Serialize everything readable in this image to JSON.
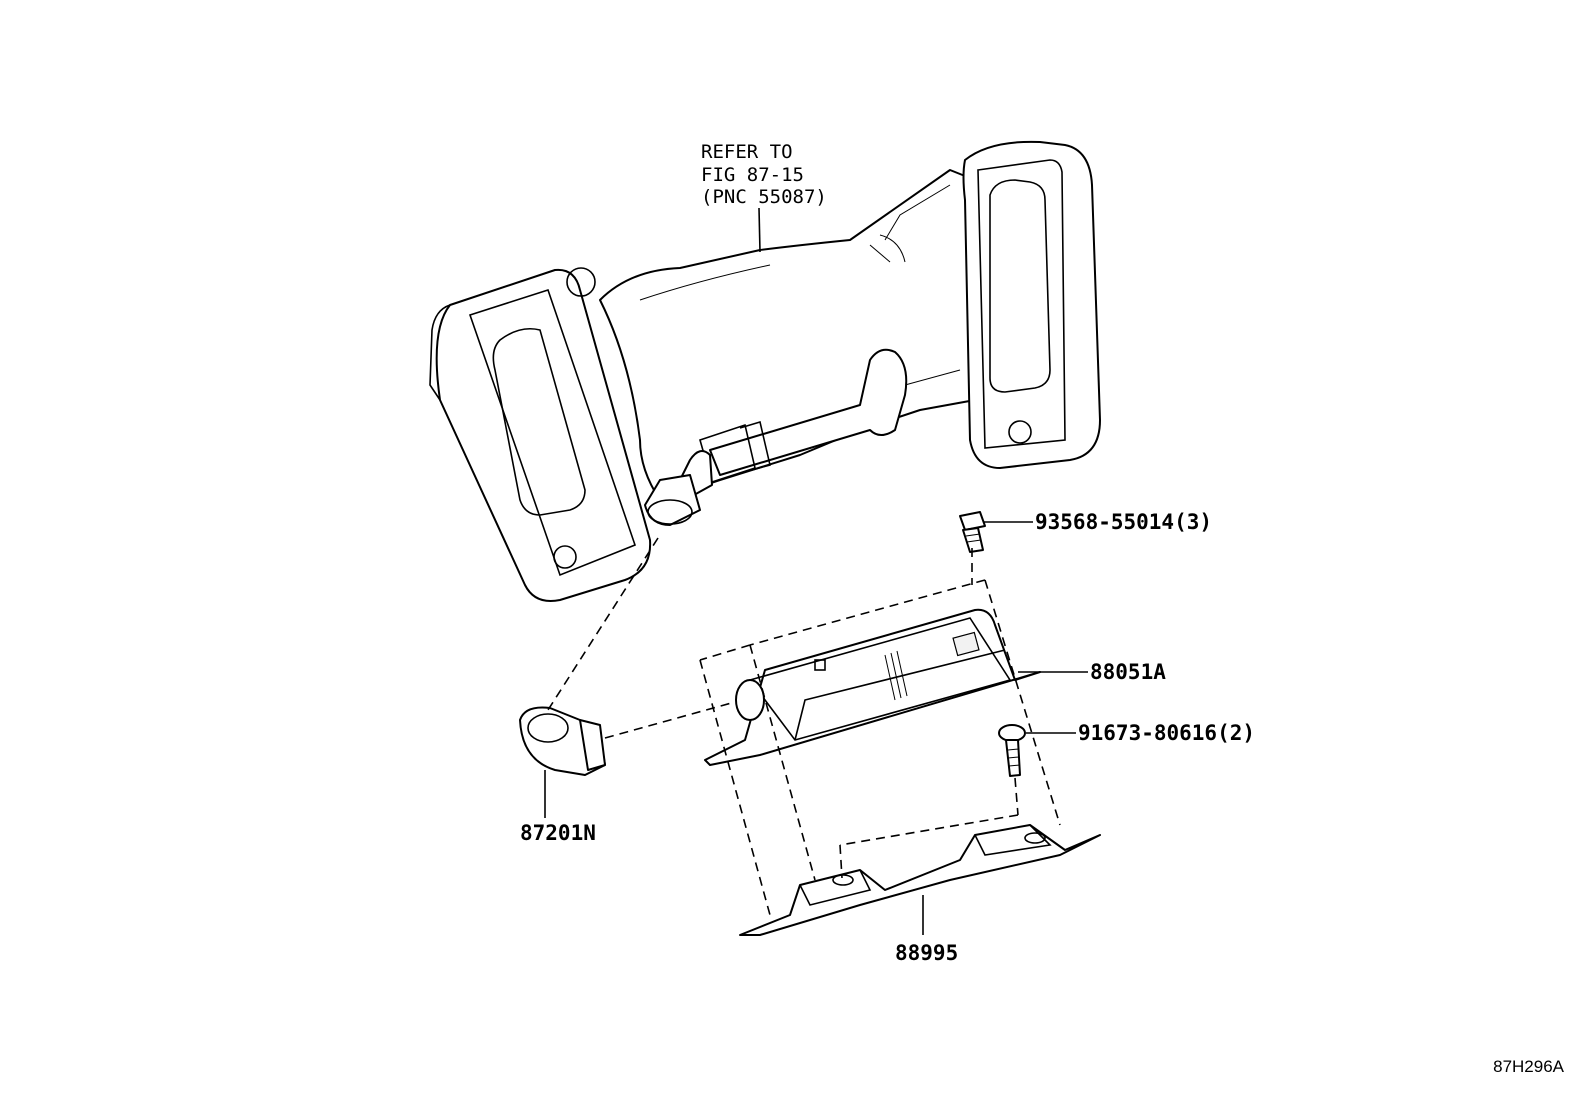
{
  "refer_note": {
    "line1": "REFER TO",
    "line2": "FIG 87-15",
    "line3": "(PNC 55087)"
  },
  "callouts": {
    "bolt_upper": "93568-55014(3)",
    "module": "88051A",
    "bolt_lower": "91673-80616(2)",
    "sensor": "87201N",
    "bracket": "88995"
  },
  "figure_code": "87H296A"
}
